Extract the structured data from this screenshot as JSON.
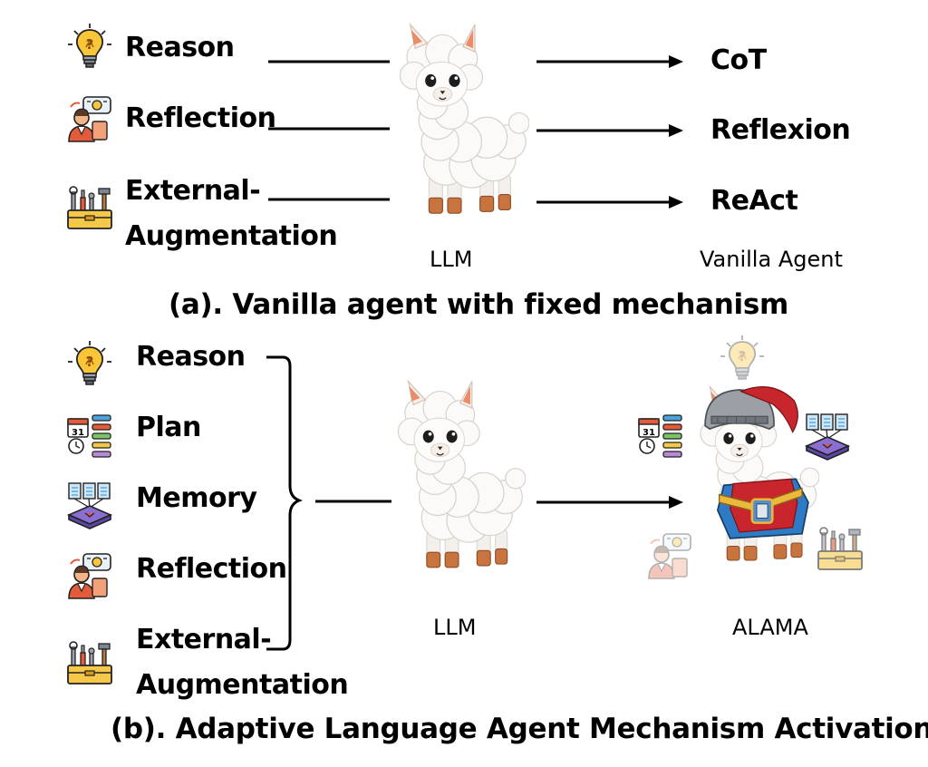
{
  "panel_a": {
    "inputs": [
      "Reason",
      "Reflection",
      "External-",
      "Augmentation"
    ],
    "llm_label": "LLM",
    "outputs": [
      "CoT",
      "Reflexion",
      "ReAct"
    ],
    "agent_label": "Vanilla Agent",
    "caption": "(a). Vanilla agent with fixed mechanism"
  },
  "panel_b": {
    "inputs": [
      "Reason",
      "Plan",
      "Memory",
      "Reflection",
      "External-",
      "Augmentation"
    ],
    "llm_label": "LLM",
    "agent_label": "ALAMA",
    "caption": "(b). Adaptive Language Agent Mechanism Activation"
  },
  "icons": [
    "lightbulb-icon",
    "reflection-person-icon",
    "toolbox-icon",
    "calendar-plan-icon",
    "memory-documents-icon",
    "llama-illustration",
    "armored-llama-illustration"
  ]
}
